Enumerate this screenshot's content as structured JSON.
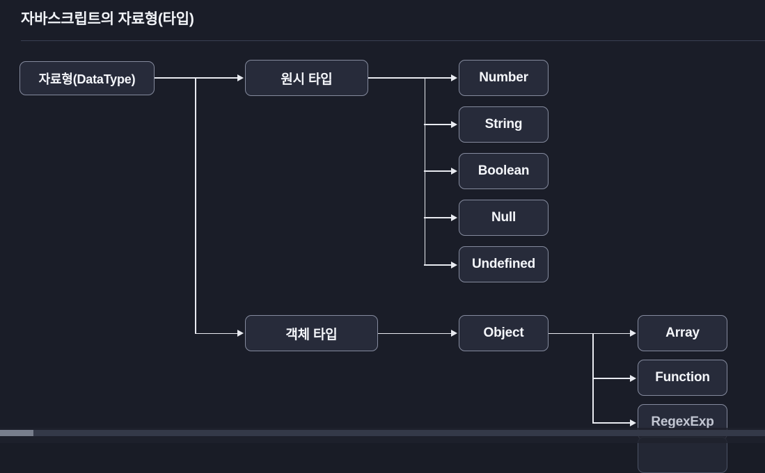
{
  "header": {
    "title": "자바스크립트의 자료형(타입)"
  },
  "diagram": {
    "root": {
      "label": "자료형(DataType)"
    },
    "branches": [
      {
        "label": "원시 타입"
      },
      {
        "label": "객체 타입"
      }
    ],
    "primitive_types": [
      {
        "label": "Number"
      },
      {
        "label": "String"
      },
      {
        "label": "Boolean"
      },
      {
        "label": "Null"
      },
      {
        "label": "Undefined"
      }
    ],
    "object_node": {
      "label": "Object"
    },
    "object_types": [
      {
        "label": "Array"
      },
      {
        "label": "Function"
      },
      {
        "label": "RegexExp"
      }
    ]
  },
  "scrollbar": {
    "orientation": "horizontal",
    "thumb_position_percent": 0
  },
  "colors": {
    "background": "#1a1d28",
    "node_fill": "#272b3a",
    "node_border": "#858b9e",
    "connector": "#e9ebf1",
    "text": "#f4f6fa",
    "divider": "#3a4052",
    "scroll_thumb": "#787e8c"
  }
}
